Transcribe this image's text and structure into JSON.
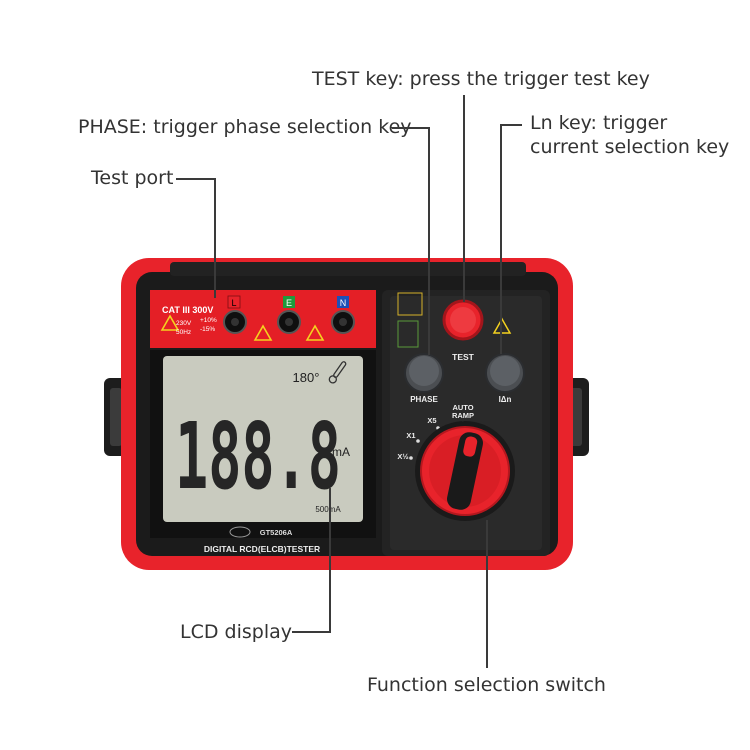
{
  "callouts": {
    "test_key": "TEST key: press the trigger test key",
    "phase_key": "PHASE: trigger phase selection key",
    "ln_key": {
      "line1": "Ln key: trigger",
      "line2": "current selection key"
    },
    "test_port": "Test port",
    "lcd_display": "LCD display",
    "function_switch": "Function selection switch"
  },
  "device": {
    "rating": "CAT III 300V",
    "ports": [
      "L",
      "E",
      "N"
    ],
    "voltage": "230V",
    "frequency": "50Hz",
    "tolerance_plus": "+10%",
    "tolerance_minus": "-15%",
    "lcd": {
      "phase_angle": "180°",
      "reading": "188.8",
      "unit": "mA",
      "range": "500mA"
    },
    "model": "GT5206A",
    "title": "DIGITAL RCD(ELCB)TESTER",
    "buttons": {
      "test": "TEST",
      "phase": "PHASE",
      "ln": "IΔn"
    },
    "dial_labels": {
      "x1": "X1",
      "x5": "X5",
      "auto_ramp_line1": "AUTO",
      "auto_ramp_line2": "RAMP",
      "half": "X½"
    },
    "colors": {
      "body_red": "#e8232b",
      "body_black": "#1b1b1b",
      "lcd_bg": "#c9cbbf",
      "port_l": "#e8232b",
      "port_e": "#1f9a3c",
      "port_n": "#1d4fb8"
    }
  }
}
